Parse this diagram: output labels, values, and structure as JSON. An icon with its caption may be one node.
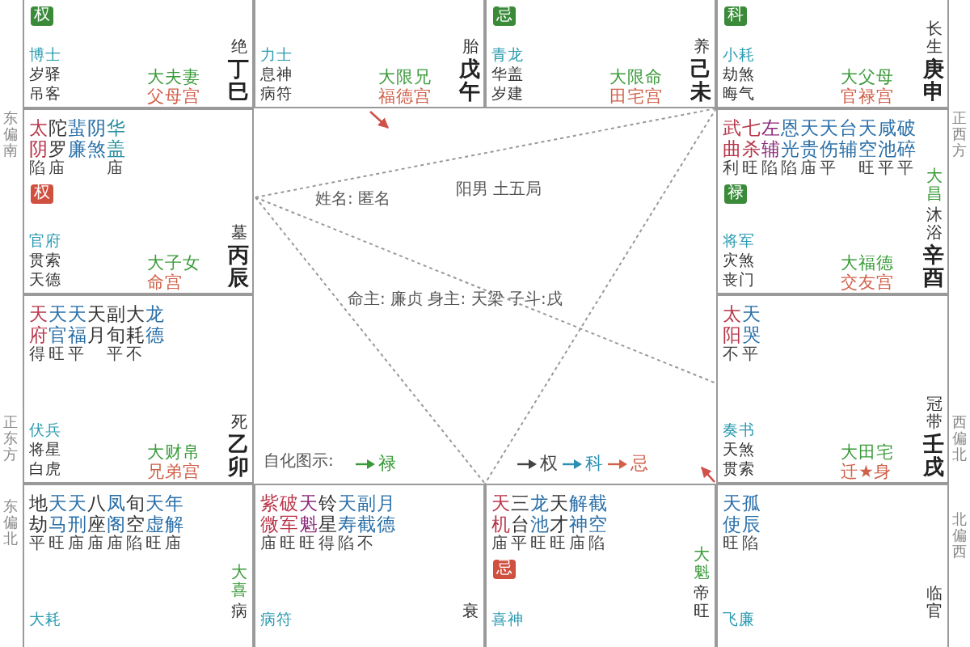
{
  "diagram": {
    "nodes": [
      {
        "text": [
          "权",
          "博士",
          "岁驿",
          "吊客",
          "大夫妻",
          "父母宫",
          "绝",
          "丁巳"
        ]
      },
      {
        "text": [
          "力士",
          "息神",
          "病符",
          "大限兄",
          "福德宫",
          "胎",
          "戊午"
        ]
      },
      {
        "text": [
          "忌",
          "青龙",
          "华盖",
          "岁建",
          "大限命",
          "田宅宫",
          "养",
          "己未"
        ]
      },
      {
        "text": [
          "科",
          "小耗",
          "劫煞",
          "晦气",
          "大父母",
          "官禄宫",
          "长生",
          "庚申"
        ]
      },
      {
        "text": [
          "太阴",
          "陀罗",
          "蜚廉",
          "阴煞",
          "华盖",
          "陷",
          "庙",
          "庙",
          "权",
          "官府",
          "贯索",
          "天德",
          "大子女",
          "命宫",
          "墓",
          "丙辰"
        ]
      },
      {
        "text": [
          "武曲",
          "七杀",
          "左辅",
          "恩光",
          "天贵",
          "天伤",
          "台辅",
          "天空",
          "咸池",
          "破碎",
          "利",
          "旺",
          "陷",
          "陷",
          "庙",
          "平",
          "旺",
          "平",
          "平",
          "禄",
          "大昌",
          "将军",
          "灾煞",
          "丧门",
          "大福德",
          "交友宫",
          "沐浴",
          "辛酉"
        ]
      },
      {
        "text": [
          "天府",
          "天官",
          "天福",
          "天月",
          "副旬",
          "大耗",
          "龙德",
          "得",
          "旺",
          "平",
          "平",
          "不",
          "伏兵",
          "将星",
          "白虎",
          "大财帛",
          "兄弟宫",
          "死",
          "乙卯"
        ]
      },
      {
        "text": [
          "太阳",
          "天哭",
          "不",
          "平",
          "奏书",
          "天煞",
          "贯索",
          "大田宅",
          "迁★身",
          "冠带",
          "壬戌"
        ]
      },
      {
        "text": [
          "地劫",
          "天马",
          "天刑",
          "八座",
          "凤阁",
          "旬空",
          "天虚",
          "年解",
          "平",
          "旺",
          "庙",
          "庙",
          "庙",
          "陷",
          "旺",
          "庙",
          "大喜",
          "大耗",
          "病"
        ]
      },
      {
        "text": [
          "紫微",
          "破军",
          "天魁",
          "铃星",
          "天寿",
          "副截",
          "月德",
          "庙",
          "旺",
          "旺",
          "得",
          "陷",
          "不",
          "病符",
          "衰"
        ]
      },
      {
        "text": [
          "天机",
          "三台",
          "龙池",
          "天才",
          "解神",
          "截空",
          "庙",
          "平",
          "旺",
          "旺",
          "庙",
          "陷",
          "忌",
          "大魁",
          "喜神",
          "帝旺"
        ]
      },
      {
        "text": [
          "天使",
          "孤辰",
          "旺",
          "陷",
          "飞廉",
          "临官"
        ]
      }
    ],
    "labels": [
      "东偏南",
      "正西方",
      "姓名: 匿名",
      "阳男 土五局",
      "命主: 廉贞 身主: 天梁 子斗:戌",
      "自化图示:",
      "正东方",
      "西偏北",
      "东偏北",
      "北偏西"
    ],
    "legend": [
      {
        "text": "禄"
      },
      {
        "text": "权"
      },
      {
        "text": "科"
      },
      {
        "text": "忌"
      }
    ]
  }
}
